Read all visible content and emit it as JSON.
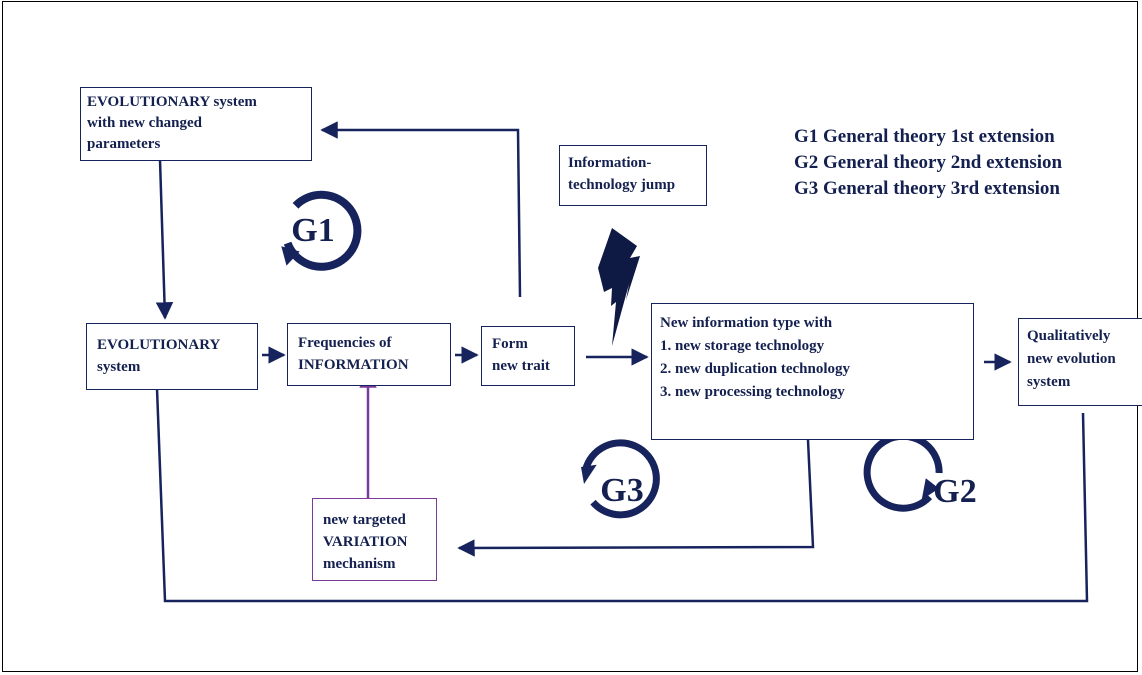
{
  "boxes": {
    "evo_changed": [
      "EVOLUTIONARY system",
      "with new changed",
      "parameters"
    ],
    "evo_system": [
      "EVOLUTIONARY",
      "system"
    ],
    "frequencies": [
      "Frequencies of",
      "INFORMATION"
    ],
    "form_trait": [
      "Form",
      "new trait"
    ],
    "info_jump": [
      "Information-",
      "technology jump"
    ],
    "new_info_type": [
      "New information type with",
      "1. new storage technology",
      "2. new duplication technology",
      "3. new processing technology"
    ],
    "qual_new": [
      "Qualitatively",
      "new evolution",
      "system"
    ],
    "targeted_variation": [
      "new targeted",
      "VARIATION",
      "mechanism"
    ]
  },
  "legend": [
    "G1 General theory 1st extension",
    "G2 General theory 2nd extension",
    "G3 General theory 3rd extension"
  ],
  "cycles": {
    "g1": "G1",
    "g2": "G2",
    "g3": "G3"
  },
  "colors": {
    "navy": "#16235c",
    "purple": "#7a3b9a"
  }
}
